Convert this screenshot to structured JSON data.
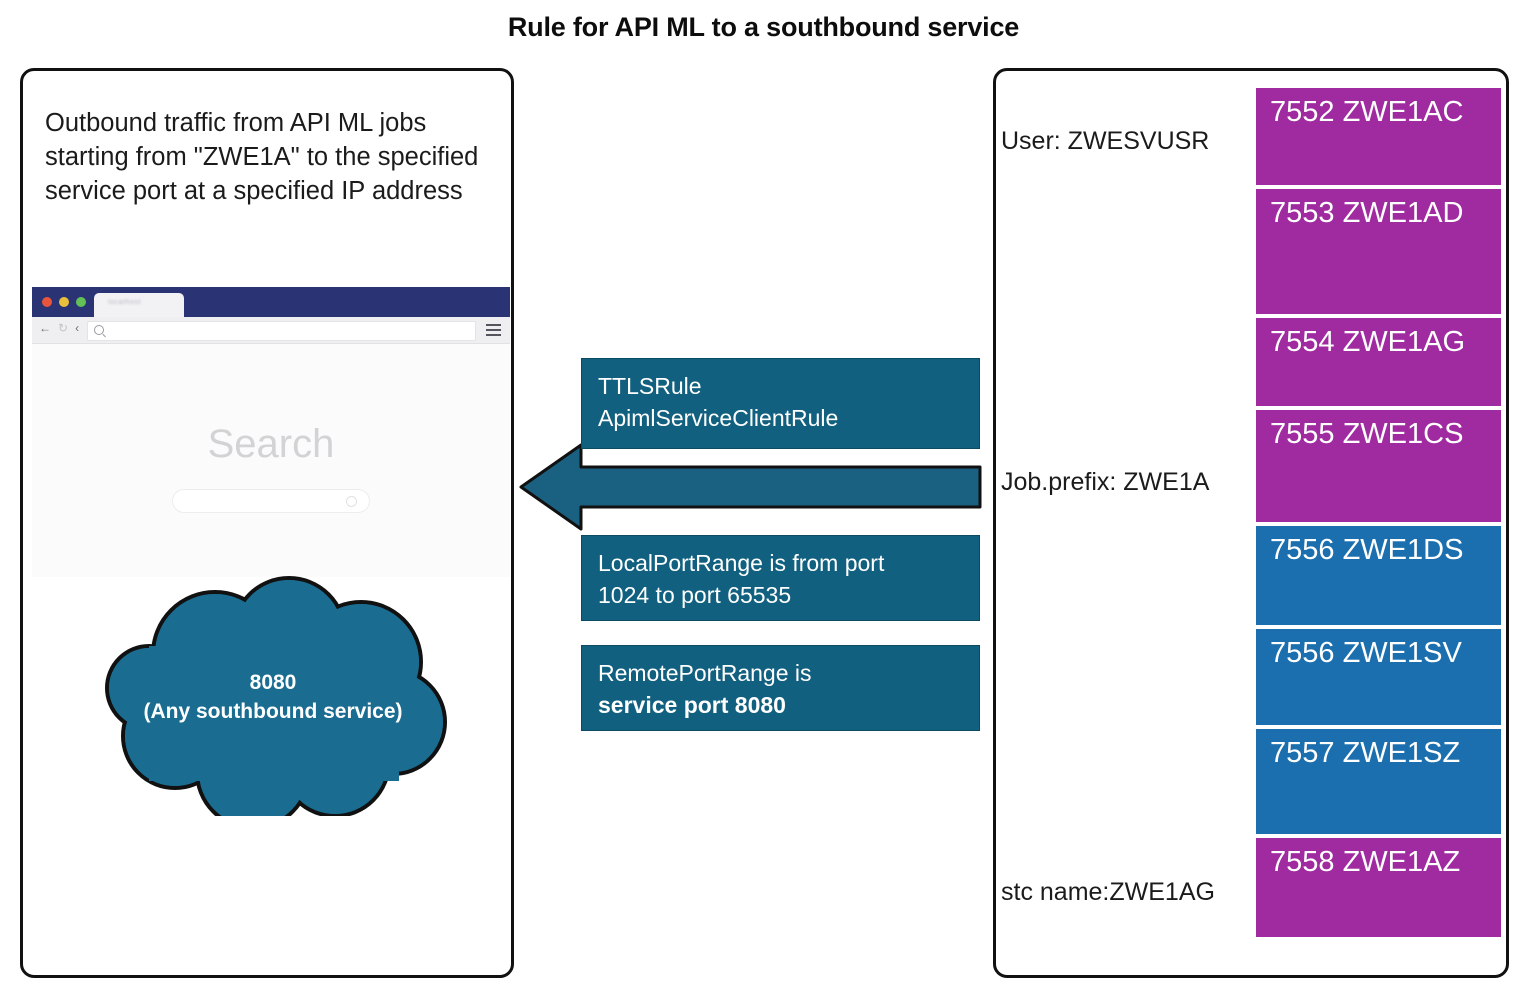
{
  "title": "Rule for API ML to a southbound service",
  "left_panel": {
    "description": "Outbound traffic from API ML jobs starting from \"ZWE1A\" to the specified service port at a specified IP address",
    "browser": {
      "tab_label": "localhost",
      "search_heading": "Search",
      "address_placeholder": "",
      "icons": {
        "back": "←",
        "reload": "↻",
        "forward": "‹",
        "menu": "hamburger-icon",
        "search": "magnifier-icon"
      }
    },
    "cloud": {
      "port": "8080",
      "caption": "(Any southbound service)",
      "fill": "#1a6d91",
      "stroke": "#111111"
    }
  },
  "middle": {
    "arrow_direction": "left",
    "arrow_fill": "#1a6080",
    "boxes": [
      {
        "line1": "TTLSRule",
        "line2": "ApimlServiceClientRule",
        "line2_bold": false
      },
      {
        "line1": "LocalPortRange is from port",
        "line2": "1024 to port 65535",
        "line2_bold": false
      },
      {
        "line1": "RemotePortRange is",
        "line2": "service port 8080",
        "line2_bold": true
      }
    ],
    "box_fill": "#11607f"
  },
  "right_panel": {
    "labels": {
      "user": "User: ZWESVUSR",
      "job_prefix": "Job.prefix: ZWE1A",
      "stc_name": "stc name:ZWE1AG"
    },
    "colors": {
      "purple": "#a02ba0",
      "blue": "#1b6fae"
    },
    "bars": [
      {
        "port": "7552",
        "name": "ZWE1AC",
        "color": "purple",
        "height": 97
      },
      {
        "port": "7553",
        "name": "ZWE1AD",
        "color": "purple",
        "height": 125
      },
      {
        "port": "7554",
        "name": "ZWE1AG",
        "color": "purple",
        "height": 88
      },
      {
        "port": "7555",
        "name": "ZWE1CS",
        "color": "purple",
        "height": 112
      },
      {
        "port": "7556",
        "name": "ZWE1DS",
        "color": "blue",
        "height": 99
      },
      {
        "port": "7556",
        "name": "ZWE1SV",
        "color": "blue",
        "height": 96
      },
      {
        "port": "7557",
        "name": "ZWE1SZ",
        "color": "blue",
        "height": 105
      },
      {
        "port": "7558",
        "name": "ZWE1AZ",
        "color": "purple",
        "height": 99
      }
    ]
  }
}
